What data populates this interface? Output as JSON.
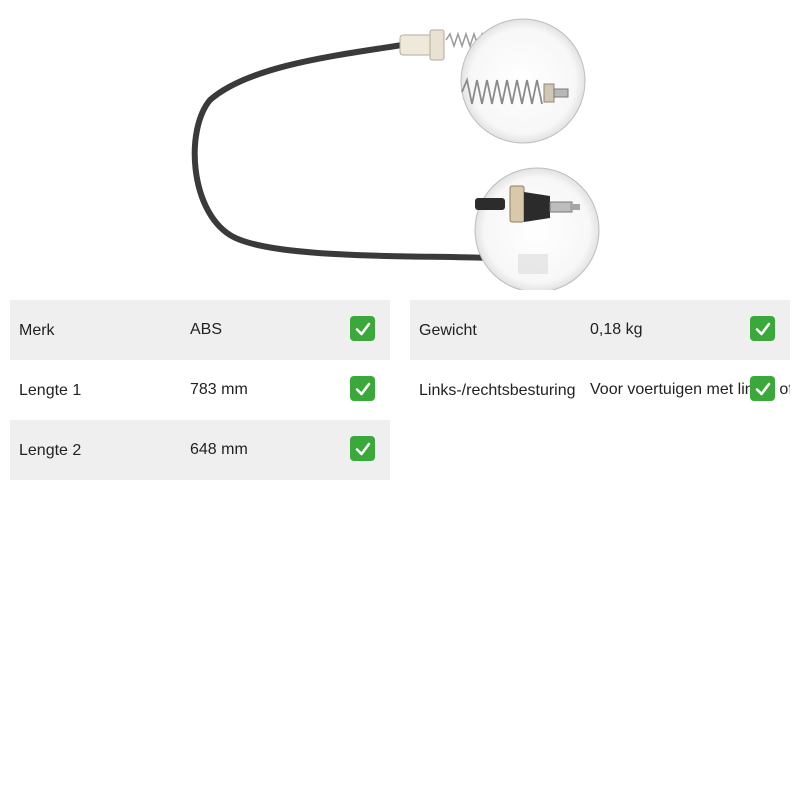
{
  "product": {
    "image_icon": "clutch-cable-photo"
  },
  "specs_left": [
    {
      "label": "Merk",
      "value": "ABS"
    },
    {
      "label": "Lengte 1",
      "value": "783 mm"
    },
    {
      "label": "Lengte 2",
      "value": "648 mm"
    }
  ],
  "specs_right": [
    {
      "label": "Gewicht",
      "value": "0,18 kg"
    },
    {
      "label": "Links-/rechtsbesturing",
      "value": "Voor voertuigen met links- of rechtsbesturing"
    }
  ],
  "colors": {
    "row_shade": "#efefef",
    "check": "#3aa83a",
    "cable": "#3a3a3a"
  }
}
